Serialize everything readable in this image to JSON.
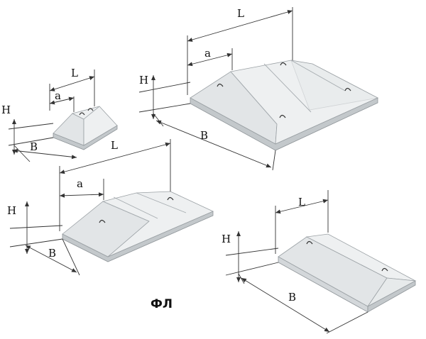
{
  "labels": {
    "length": "L",
    "notch": "a",
    "height": "H",
    "width": "B"
  },
  "title": "ФЛ",
  "colors": {
    "concrete_top": "#eef0f1",
    "concrete_side": "#c3c8cb",
    "dimension_line": "#333333"
  }
}
